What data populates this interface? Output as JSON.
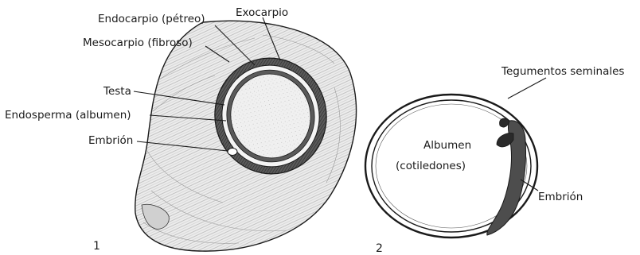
{
  "figure_1": {
    "number": "1",
    "labels": {
      "exocarp": "Exocarpio",
      "endocarp": "Endocarpio (pétreo)",
      "mesocarp": "Mesocarpio (fibroso)",
      "testa": "Testa",
      "endosperm": "Endosperma (albumen)",
      "embryo": "Embrión"
    }
  },
  "figure_2": {
    "number": "2",
    "labels": {
      "seed_coats": "Tegumentos seminales",
      "albumen_line1": "Albumen",
      "albumen_line2": "(cotiledones)",
      "embryo": "Embrión"
    }
  },
  "colors": {
    "ink": "#1a1a1a",
    "fibrous_fill": "#e6e6e6",
    "endocarp_band": "#4a4a4a",
    "albumen_fill": "#eeeeee"
  }
}
